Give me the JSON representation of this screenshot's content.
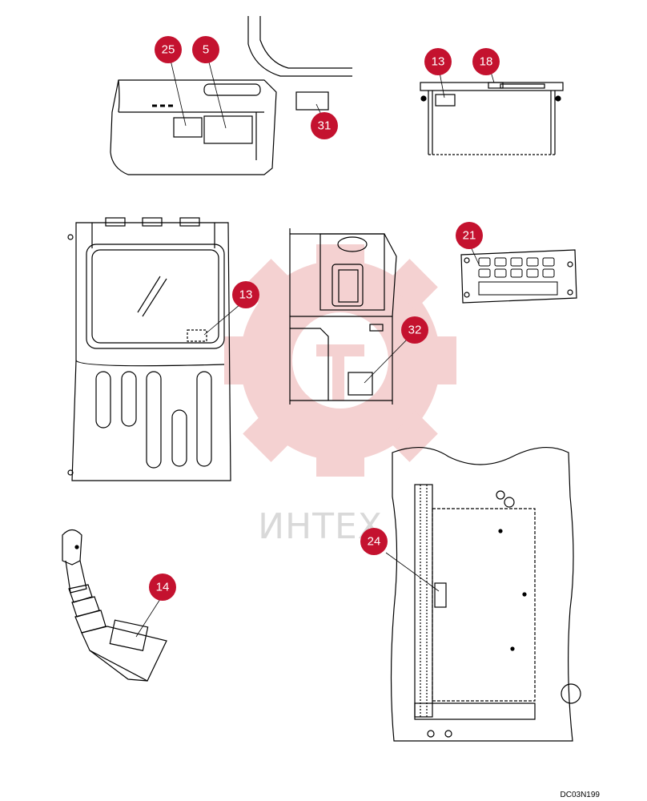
{
  "figure_code": "DC03N199",
  "watermark": "ИНТЕХ",
  "colors": {
    "callout": "#c4122f",
    "callout_text": "#ffffff",
    "line": "#000000",
    "watermark": "#f3c9c9",
    "watermark_text": "#d9d9d9"
  },
  "callouts": [
    "25",
    "5",
    "31",
    "13",
    "18",
    "13",
    "21",
    "32",
    "24",
    "14"
  ]
}
